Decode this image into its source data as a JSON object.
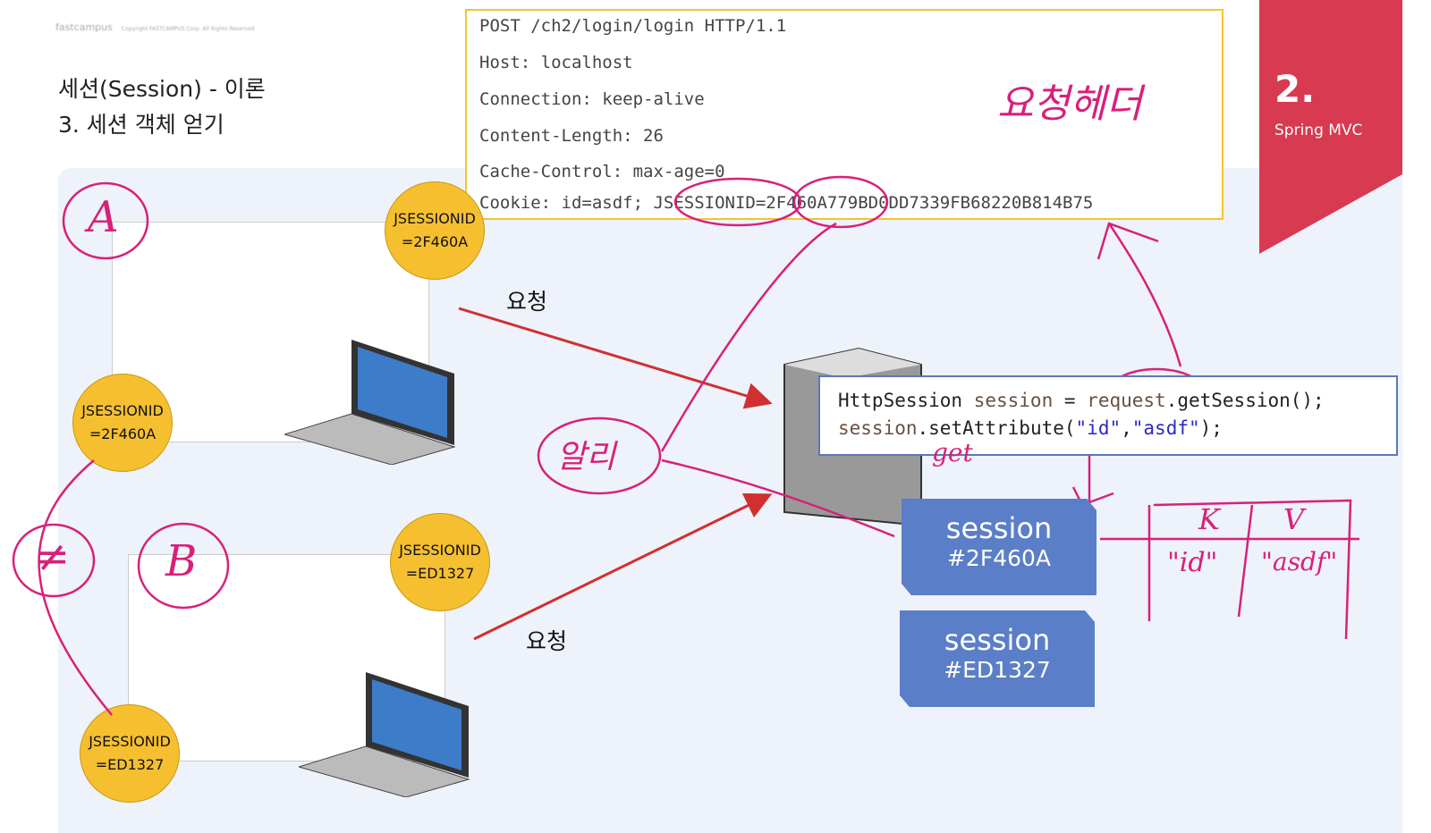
{
  "logo": {
    "brand": "fastcampus",
    "copyright": "Copyright FASTCAMPUS Corp. All Rights Reserved"
  },
  "slide": {
    "title_line1": "세션(Session) - 이론",
    "title_line2": "3. 세션 객체 얻기"
  },
  "section": {
    "number": "2.",
    "name": "Spring MVC"
  },
  "http_request": {
    "lines": [
      "POST /ch2/login/login HTTP/1.1",
      "Host: localhost",
      "Connection: keep-alive",
      "Content-Length: 26",
      "Cache-Control: max-age=0",
      "Cookie: id=asdf; JSESSIONID=2F460A779BD0DD7339FB68220B814B75"
    ]
  },
  "cookies": {
    "a_top": "JSESSIONID\n=2F460A",
    "a_left": "JSESSIONID\n=2F460A",
    "b_top": "JSESSIONID\n=ED1327",
    "b_bottom": "JSESSIONID\n=ED1327"
  },
  "arrows": {
    "request_top": "요청",
    "request_bottom": "요청"
  },
  "code": {
    "line1_type": "HttpSession ",
    "line1_var": "session",
    "line1_eq": " = ",
    "line1_req": "request",
    "line1_rest": ".getSession();",
    "line2_var": "session",
    "line2_method": ".setAttribute(",
    "line2_k": "\"id\"",
    "line2_comma": ",",
    "line2_v": "\"asdf\"",
    "line2_end": ");"
  },
  "sessions": [
    {
      "label": "session",
      "id": "#2F460A"
    },
    {
      "label": "session",
      "id": "#ED1327"
    }
  ],
  "annotations": {
    "header": "요청헤더",
    "a": "A",
    "b": "B",
    "neq": "≠",
    "note": "알리",
    "get": "get",
    "k": "K",
    "v": "V",
    "key": "\"id\"",
    "value": "\"asdf\""
  },
  "colors": {
    "accent": "#d83a52",
    "coin": "#f5bf30",
    "session_box": "#5b7ec8",
    "ink": "#d8207a",
    "arrow": "#d03030"
  }
}
